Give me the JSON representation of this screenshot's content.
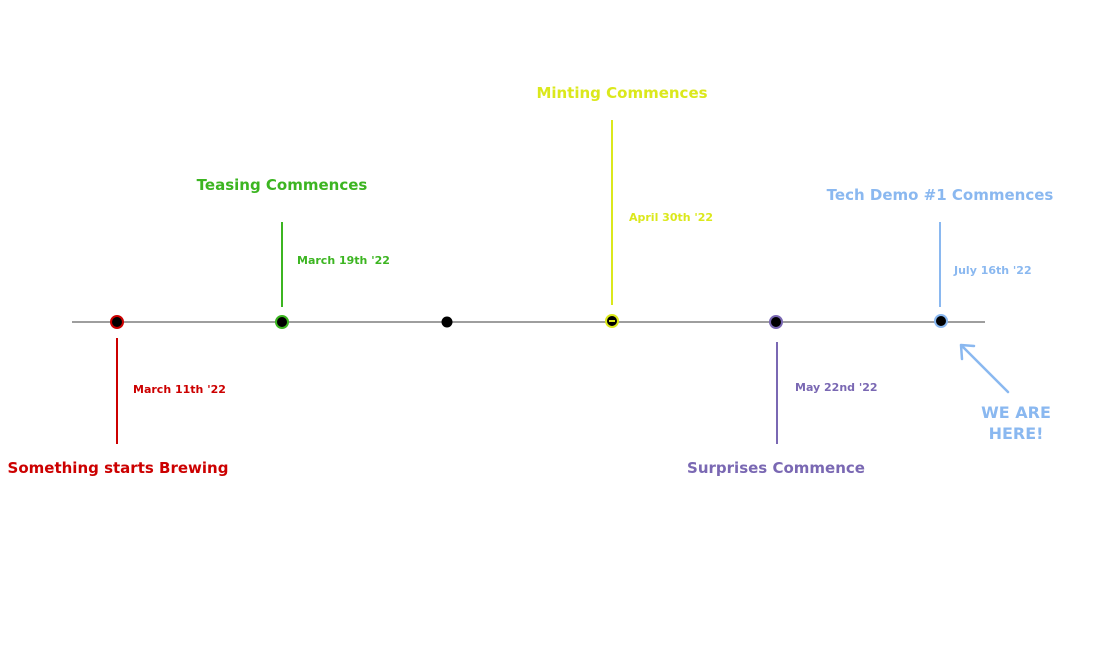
{
  "timeline": {
    "milestones": [
      {
        "id": "brewing",
        "title": "Something starts Brewing",
        "date": "March 11th '22",
        "color": "#cc0000",
        "side": "below"
      },
      {
        "id": "teasing",
        "title": "Teasing Commences",
        "date": "March 19th '22",
        "color": "#3cb521",
        "side": "above"
      },
      {
        "id": "minting",
        "title": "Minting Commences",
        "date": "April 30th '22",
        "color": "#dbe81c",
        "side": "above"
      },
      {
        "id": "surprises",
        "title": "Surprises Commence",
        "date": "May 22nd '22",
        "color": "#7a68b3",
        "side": "below"
      },
      {
        "id": "techdemo",
        "title": "Tech Demo #1 Commences",
        "date": "July 16th '22",
        "color": "#8ab8f0",
        "side": "above"
      }
    ],
    "axis_color": "#9e9e9e",
    "current_marker": {
      "label_line1": "WE ARE",
      "label_line2": "HERE!",
      "color": "#8ab8f0"
    }
  }
}
